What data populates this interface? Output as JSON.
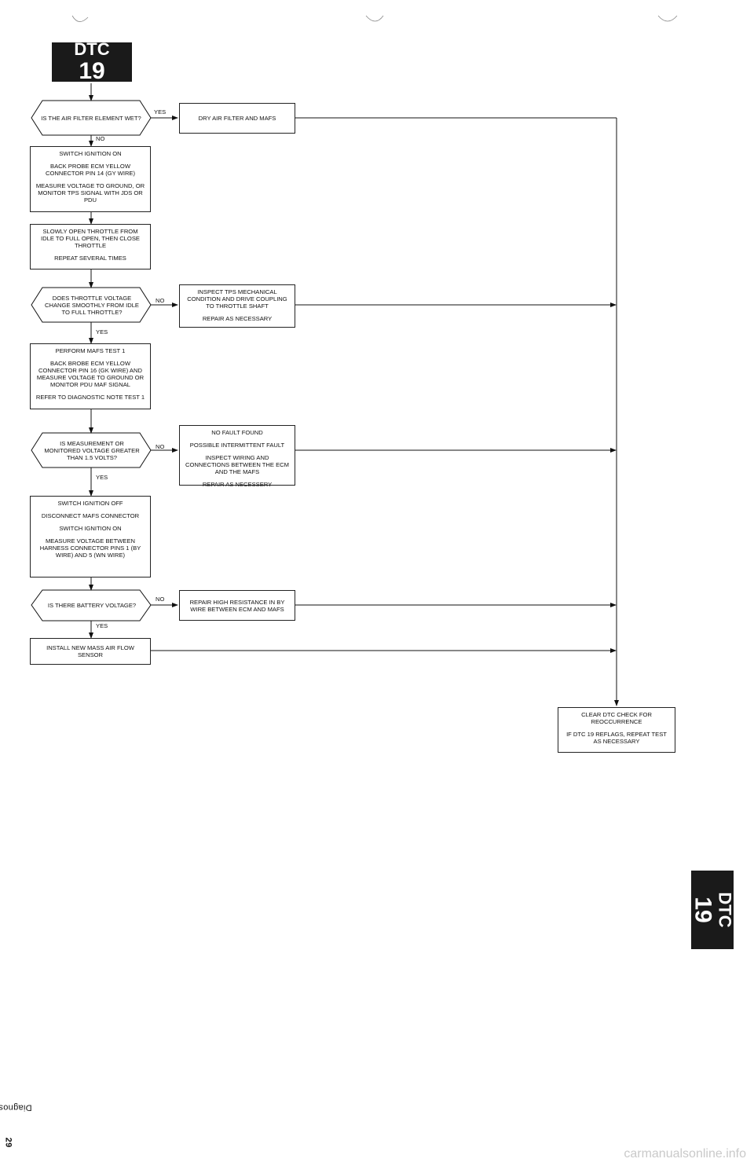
{
  "dtc_tab": {
    "label": "DTC",
    "number": "19"
  },
  "side_tab": {
    "label": "DTC",
    "number": "19"
  },
  "steps": {
    "q_air_filter": "IS THE AIR FILTER ELEMENT WET?",
    "dry_filter": "DRY AIR FILTER AND MAFS",
    "switch_on_block": [
      "SWITCH IGNITION ON",
      "BACK PROBE ECM YELLOW CONNECTOR PIN 14 (GY WIRE)",
      "MEASURE VOLTAGE TO GROUND, OR MONITOR TPS SIGNAL WITH JDS OR PDU"
    ],
    "throttle_block": [
      "SLOWLY OPEN THROTTLE FROM IDLE TO FULL OPEN, THEN CLOSE THROTTLE",
      "REPEAT SEVERAL TIMES"
    ],
    "q_throttle_voltage": "DOES THROTTLE VOLTAGE CHANGE SMOOTHLY FROM IDLE TO FULL THROTTLE?",
    "inspect_tps": [
      "INSPECT TPS MECHANICAL CONDITION AND DRIVE COUPLING TO THROTTLE SHAFT",
      "REPAIR AS NECESSARY"
    ],
    "mafs_test_block": [
      "PERFORM MAFS TEST 1",
      "BACK BROBE ECM YELLOW CONNECTOR PIN 16 (GK WIRE) AND MEASURE VOLTAGE TO GROUND OR MONITOR PDU MAF SIGNAL",
      "REFER TO DIAGNOSTIC NOTE TEST 1"
    ],
    "q_measurement": "IS MEASUREMENT OR MONITORED VOLTAGE GREATER THAN 1.5 VOLTS?",
    "no_fault_block": [
      "NO FAULT FOUND",
      "POSSIBLE INTERMITTENT FAULT",
      "INSPECT WIRING AND CONNECTIONS BETWEEN THE ECM AND THE MAFS",
      "REPAIR AS NECESSERY"
    ],
    "switch_off_block": [
      "SWITCH IGNITION OFF",
      "DISCONNECT MAFS CONNECTOR",
      "SWITCH IGNITION ON",
      "MEASURE VOLTAGE BETWEEN HARNESS CONNECTOR PINS 1 (BY WIRE) AND 5 (WN WIRE)"
    ],
    "q_battery": "IS THERE BATTERY VOLTAGE?",
    "repair_resistance": "REPAIR HIGH RESISTANCE IN BY WIRE BETWEEN ECM AND MAFS",
    "install_mafs": "INSTALL NEW MASS AIR FLOW SENSOR",
    "clear_dtc_block": [
      "CLEAR DTC CHECK FOR REOCCURRENCE",
      "IF DTC 19 REFLAGS, REPEAT TEST AS NECESSARY"
    ]
  },
  "branch_labels": {
    "yes": "YES",
    "no": "NO"
  },
  "footer": {
    "section": "Diagnostics",
    "page": "29"
  },
  "watermark": "carmanualsonline.info"
}
